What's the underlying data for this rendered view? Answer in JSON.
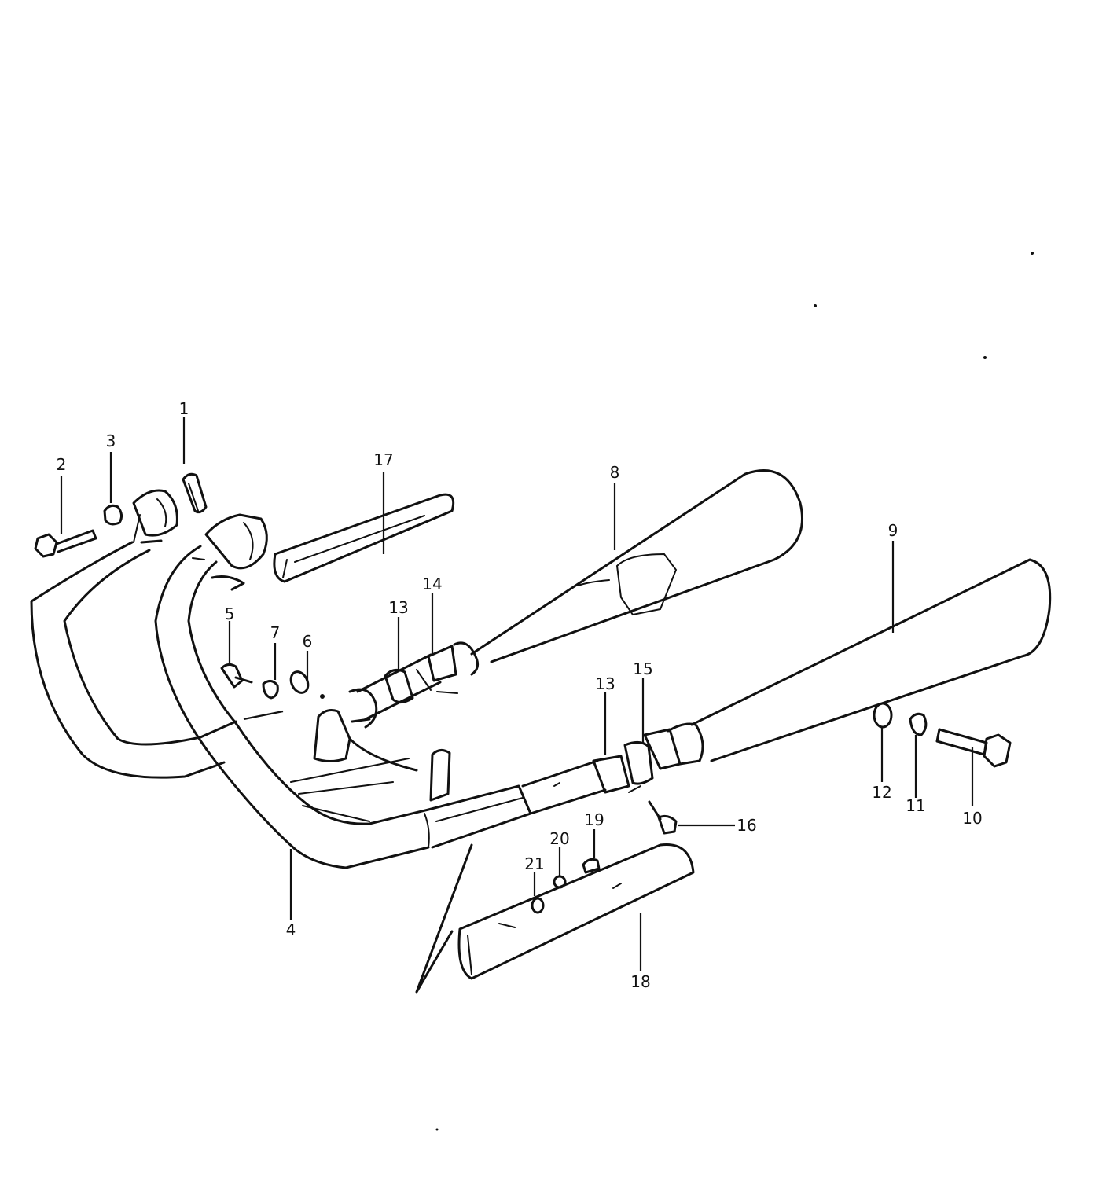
{
  "labels": {
    "l1": "1",
    "l2": "2",
    "l3": "3",
    "l4": "4",
    "l5": "5",
    "l6": "6",
    "l7": "7",
    "l8": "8",
    "l9": "9",
    "l10": "10",
    "l11": "11",
    "l12": "12",
    "l13a": "13",
    "l13b": "13",
    "l14": "14",
    "l15": "15",
    "l16": "16",
    "l17": "17",
    "l18": "18",
    "l19": "19",
    "l20": "20",
    "l21": "21"
  }
}
